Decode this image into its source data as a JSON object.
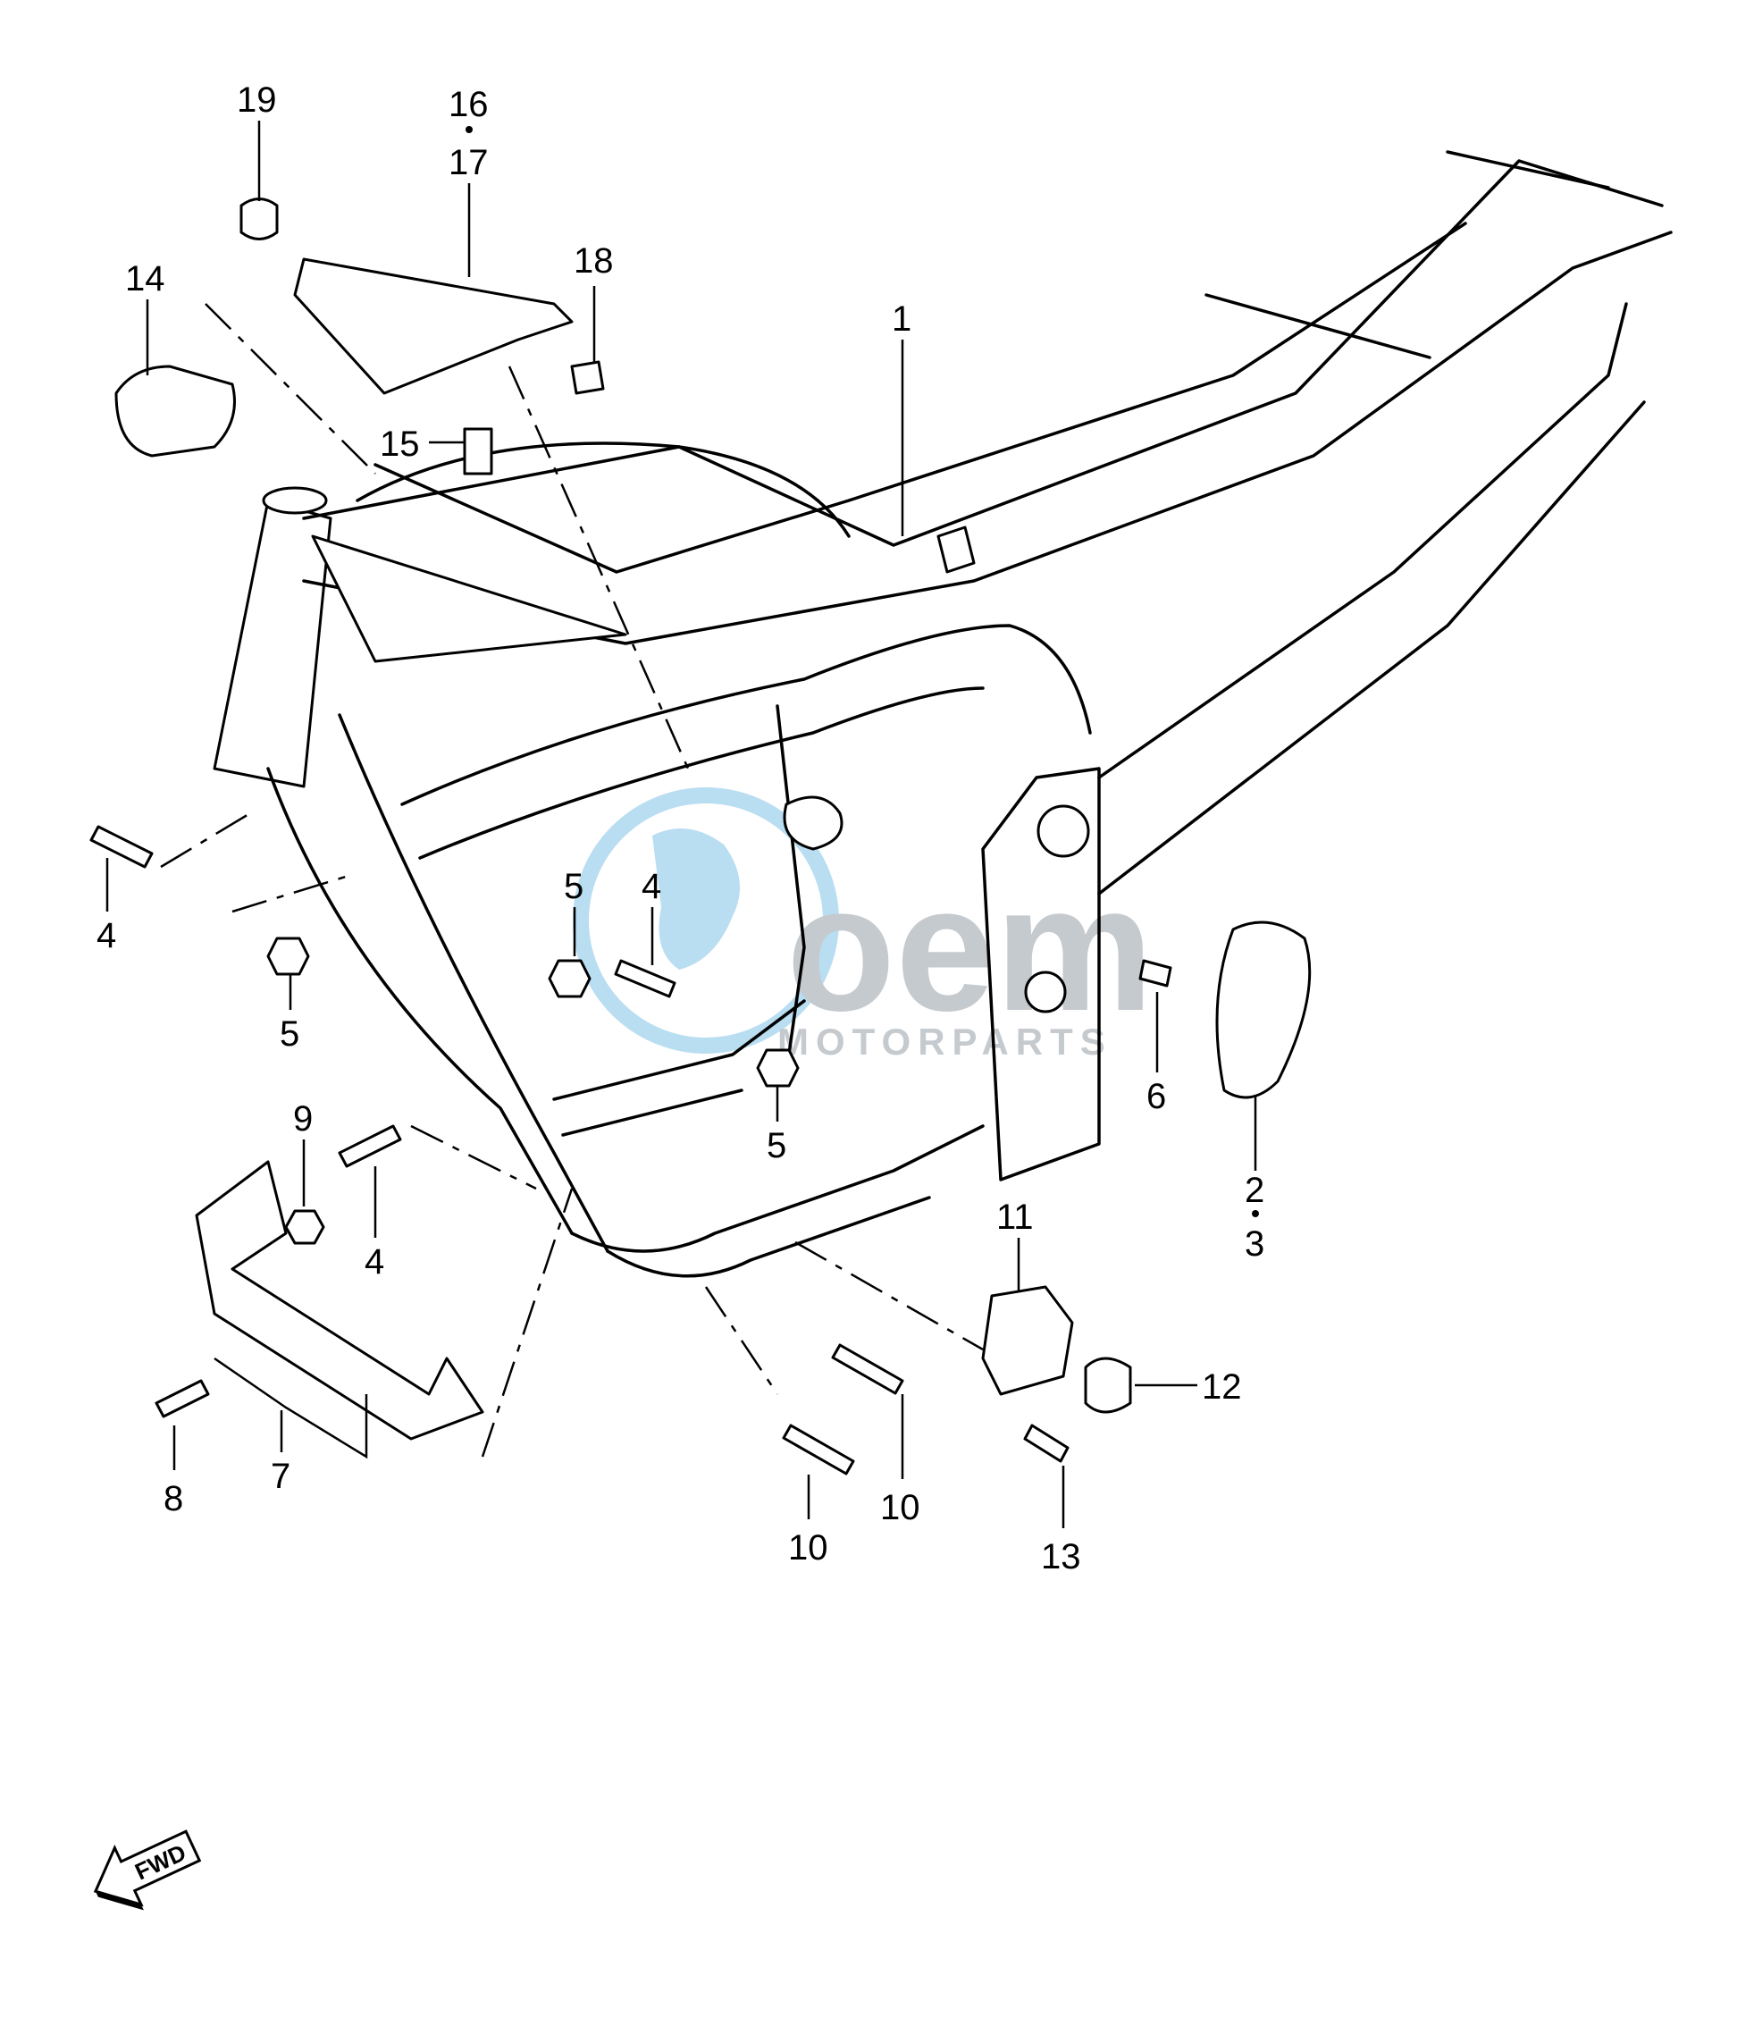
{
  "diagram": {
    "callouts": [
      {
        "id": "c19",
        "text": "19"
      },
      {
        "id": "c16",
        "text": "16"
      },
      {
        "id": "c17",
        "text": "17"
      },
      {
        "id": "c18",
        "text": "18"
      },
      {
        "id": "c14",
        "text": "14"
      },
      {
        "id": "c15",
        "text": "15"
      },
      {
        "id": "c1",
        "text": "1"
      },
      {
        "id": "c4a",
        "text": "4"
      },
      {
        "id": "c5a",
        "text": "5"
      },
      {
        "id": "c5b",
        "text": "5"
      },
      {
        "id": "c4b",
        "text": "4"
      },
      {
        "id": "c5c",
        "text": "5"
      },
      {
        "id": "c6",
        "text": "6"
      },
      {
        "id": "c2",
        "text": "2"
      },
      {
        "id": "c3",
        "text": "3"
      },
      {
        "id": "c9",
        "text": "9"
      },
      {
        "id": "c4c",
        "text": "4"
      },
      {
        "id": "c11",
        "text": "11"
      },
      {
        "id": "c12",
        "text": "12"
      },
      {
        "id": "c8",
        "text": "8"
      },
      {
        "id": "c7",
        "text": "7"
      },
      {
        "id": "c10a",
        "text": "10"
      },
      {
        "id": "c10b",
        "text": "10"
      },
      {
        "id": "c13",
        "text": "13"
      }
    ],
    "fwd_label": "FWD"
  },
  "watermark": {
    "logo_text": "oem",
    "sub_text": "MOTORPARTS",
    "color": "#3aa0d8"
  }
}
